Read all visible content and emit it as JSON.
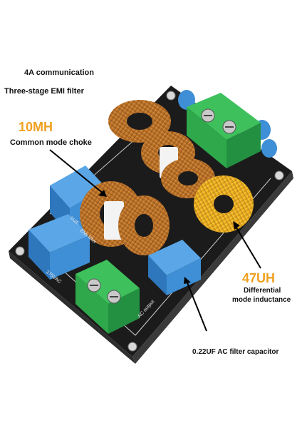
{
  "captions": {
    "line1": "4A communication",
    "line2": "Three-stage EMI filter",
    "choke_value": "10MH",
    "choke_label": "Common mode choke",
    "inductor_value": "47UH",
    "inductor_label_1": "Differential",
    "inductor_label_2": "mode inductance",
    "capacitor_label": "0.22UF AC filter capacitor"
  },
  "board_print": {
    "voltage": "275VAC",
    "ac_output": "AC output",
    "emi_filter": "EMI filter",
    "series": "312E"
  },
  "colors": {
    "accent_orange": "#f0a020",
    "pcb": "#1a1a1a",
    "copper": "#c77a2c",
    "terminal_green": "#2ea84a",
    "capacitor_blue": "#3f8fd6"
  }
}
